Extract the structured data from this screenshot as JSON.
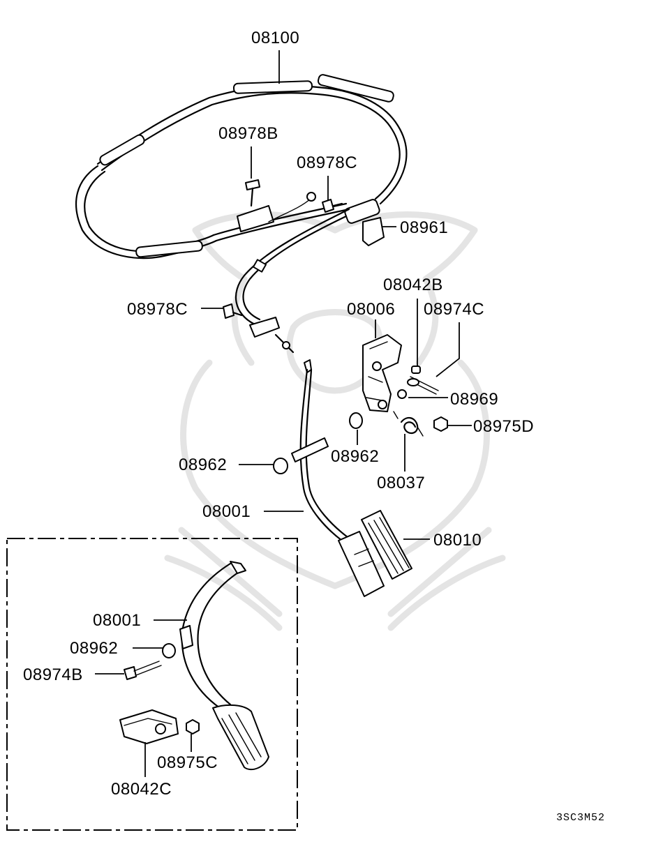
{
  "diagram_code": "3SC3M52",
  "parts": {
    "p08100": "08100",
    "p08978B": "08978B",
    "p08978C_top": "08978C",
    "p08961": "08961",
    "p08978C_left": "08978C",
    "p08042B": "08042B",
    "p08006": "08006",
    "p08974C": "08974C",
    "p08969": "08969",
    "p08975D": "08975D",
    "p08962_mid": "08962",
    "p08962_left": "08962",
    "p08037": "08037",
    "p08001_main": "08001",
    "p08010": "08010",
    "p08001_inset": "08001",
    "p08962_inset": "08962",
    "p08974B": "08974B",
    "p08975C": "08975C",
    "p08042C": "08042C"
  }
}
